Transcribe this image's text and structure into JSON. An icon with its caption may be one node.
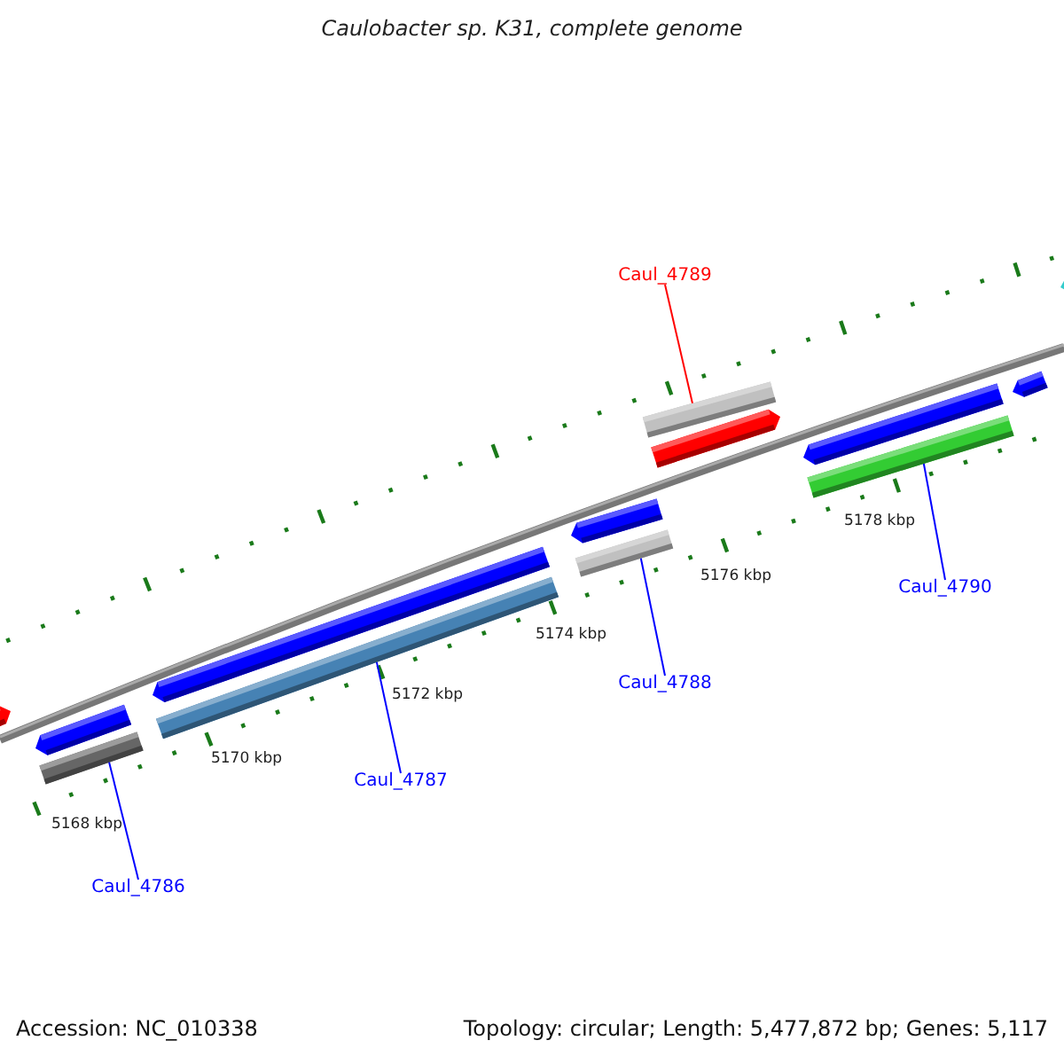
{
  "diagram": {
    "title": "Caulobacter sp. K31, complete genome",
    "nodes": [
      {
        "text": [
          "Caul_4789"
        ]
      },
      {
        "text": [],
        "shape": "bar"
      },
      {
        "text": [
          "Caul_4790"
        ]
      },
      {
        "text": [],
        "shape": "bar"
      },
      {
        "text": [
          "Caul_4788"
        ]
      },
      {
        "text": [],
        "shape": "bar"
      },
      {
        "text": [
          "Caul_4787"
        ]
      },
      {
        "text": [],
        "shape": "bar"
      },
      {
        "text": [
          "Caul_4786"
        ]
      },
      {
        "text": [],
        "shape": "bar"
      }
    ],
    "edges": [
      {
        "from": 0,
        "to": 1,
        "arrow": "none",
        "color": "#ff0000"
      },
      {
        "from": 2,
        "to": 3,
        "arrow": "none"
      },
      {
        "from": 4,
        "to": 5,
        "arrow": "none"
      },
      {
        "from": 6,
        "to": 7,
        "arrow": "none"
      },
      {
        "from": 8,
        "to": 9,
        "arrow": "none"
      }
    ],
    "labels": [
      "5168 kbp",
      "5170 kbp",
      "5172 kbp",
      "5174 kbp",
      "5176 kbp",
      "5178 kbp",
      "Accession: NC_010338",
      "Topology: circular; Length: 5,477,872 bp; Genes: 5,117"
    ]
  }
}
